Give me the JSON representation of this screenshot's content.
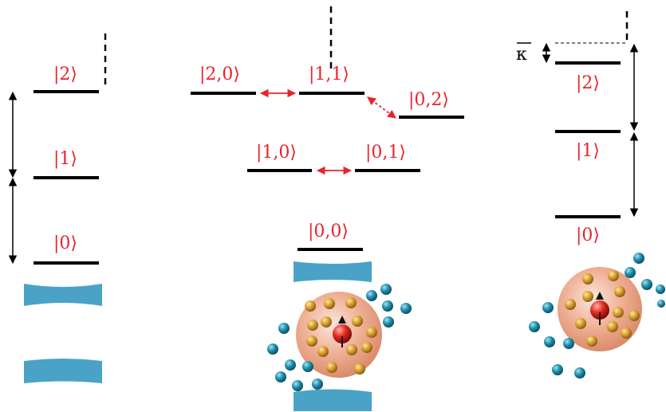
{
  "colors": {
    "label": "#e8242b",
    "level": "#000000",
    "arrow_black": "#000000",
    "arrow_red": "#e8242b",
    "mirror": "#4aa3c7",
    "cloud": "#e9a384",
    "nucleus_particle": "#c9932a",
    "central_particle": "#d51f1f",
    "outer_particle": "#1b8aa8"
  },
  "panel_left": {
    "labels": {
      "l0": "|0⟩",
      "l1": "|1⟩",
      "l2": "|2⟩"
    }
  },
  "panel_middle": {
    "labels": {
      "l00": "|0,0⟩",
      "l10": "|1,0⟩",
      "l01": "|0,1⟩",
      "l20": "|2,0⟩",
      "l11": "|1,1⟩",
      "l02": "|0,2⟩"
    }
  },
  "panel_right": {
    "labels": {
      "l0": "|0⟩",
      "l1": "|1⟩",
      "l2": "|2⟩"
    },
    "kappa": "κ"
  },
  "icons": {
    "mirror": "mirror-icon",
    "cloud": "atom-cloud-icon",
    "particle": "particle-icon"
  }
}
